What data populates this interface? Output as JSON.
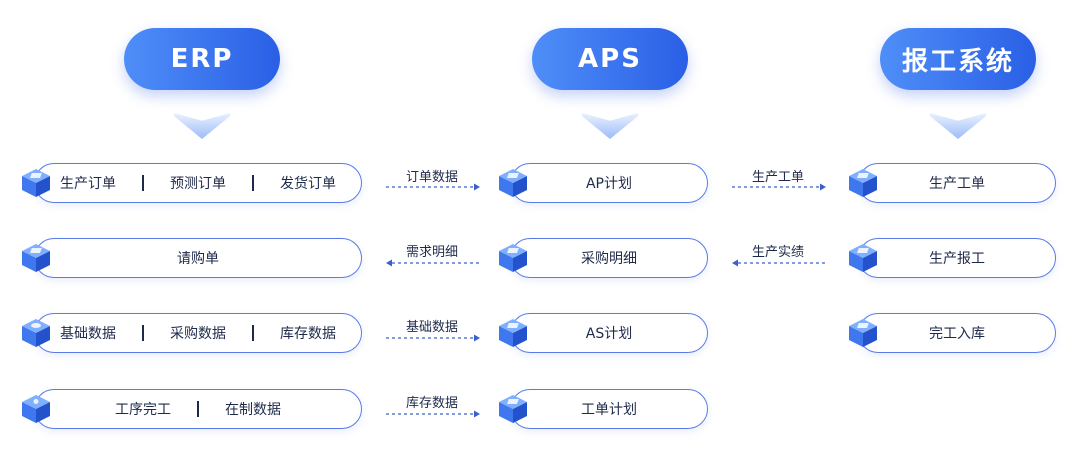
{
  "headers": {
    "erp": "ERP",
    "aps": "APS",
    "report": "报工系统"
  },
  "erp_rows": [
    [
      "生产订单",
      "预测订单",
      "发货订单"
    ],
    [
      "请购单"
    ],
    [
      "基础数据",
      "采购数据",
      "库存数据"
    ],
    [
      "工序完工",
      "在制数据"
    ]
  ],
  "aps_rows": [
    "AP计划",
    "采购明细",
    "AS计划",
    "工单计划"
  ],
  "report_rows": [
    "生产工单",
    "生产报工",
    "完工入库"
  ],
  "flows_left": [
    "订单数据",
    "需求明细",
    "基础数据",
    "库存数据"
  ],
  "flows_right": [
    "生产工单",
    "生产实绩"
  ],
  "colors": {
    "accent": "#2a5fe6",
    "border": "#5a7be6",
    "arrow": "#3a5fcf"
  }
}
